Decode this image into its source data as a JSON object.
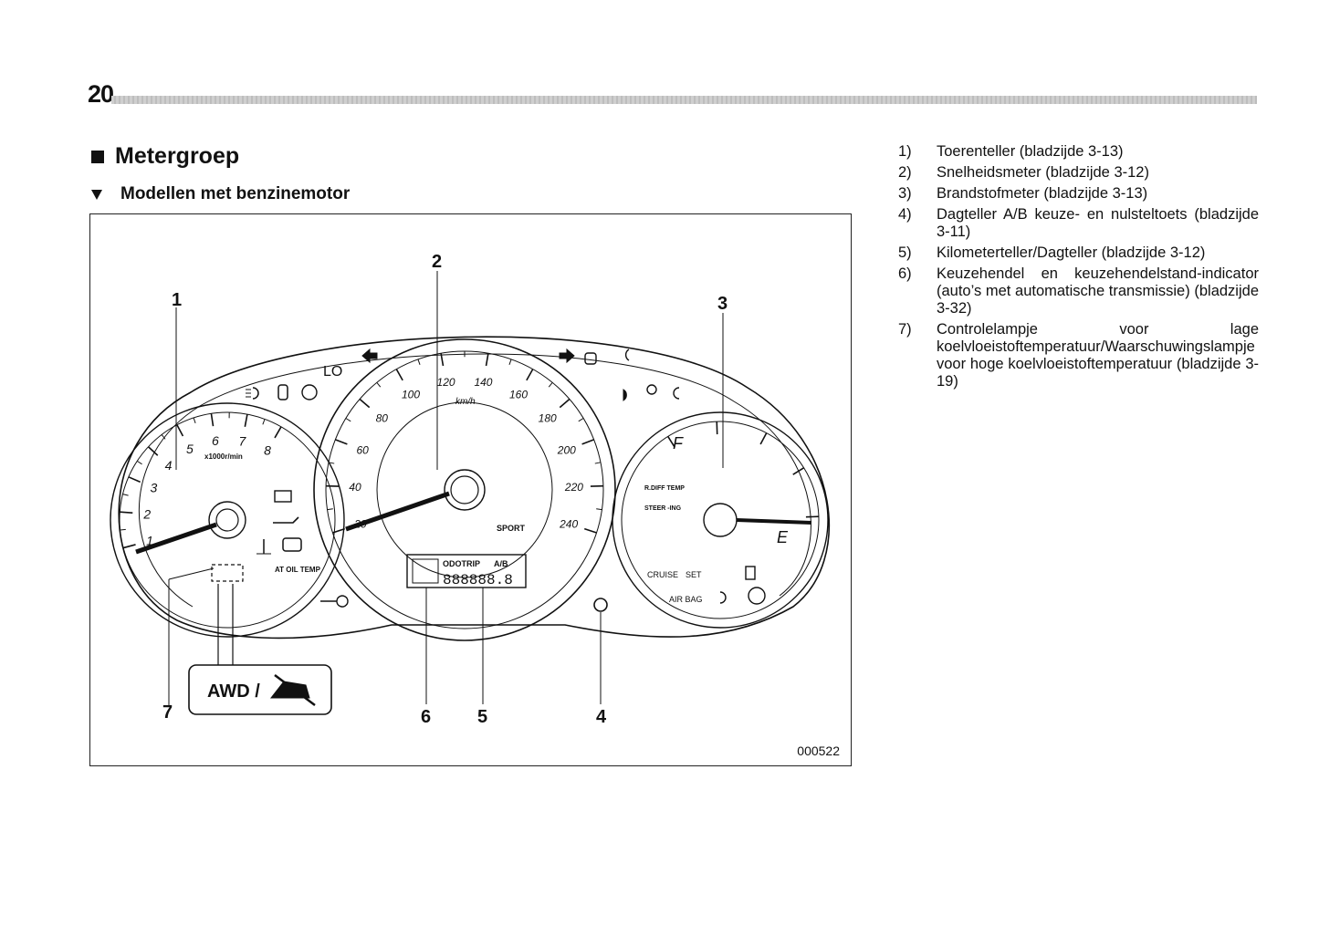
{
  "page": {
    "number": "20"
  },
  "section": {
    "title": "Metergroep",
    "subtitle": "Modellen met benzinemotor"
  },
  "figure": {
    "image_code": "000522",
    "callouts": [
      "1",
      "2",
      "3",
      "4",
      "5",
      "6",
      "7"
    ],
    "tacho": {
      "ticks": [
        "1",
        "2",
        "3",
        "4",
        "5",
        "6",
        "7",
        "8"
      ],
      "unit": "x1000r/min"
    },
    "speedo": {
      "ticks": [
        "20",
        "40",
        "60",
        "80",
        "100",
        "120",
        "140",
        "160",
        "180",
        "200",
        "220",
        "240"
      ],
      "unit": "km/h",
      "sport": "SPORT"
    },
    "fuel": {
      "full": "F",
      "empty": "E"
    },
    "labels": {
      "lo": "LO",
      "odotrip": "ODOTRIP",
      "odotrip_ab": "A/B",
      "lcd_digits": "888888.8",
      "ratoil_temp": "AT OIL TEMP",
      "rdiff_temp": "R.DIFF TEMP",
      "steering": "STEER -ING",
      "cruise": "CRUISE",
      "set": "SET",
      "airbag": "AIR BAG",
      "awd": "AWD /"
    },
    "icons": [
      "fog-light-icon",
      "door-open-icon",
      "brake-icon",
      "turn-left-arrow-icon",
      "turn-right-arrow-icon",
      "vdc-icon",
      "headlight-icon",
      "high-beam-icon",
      "seatbelt-icon",
      "rear-fog-icon",
      "battery-icon",
      "oil-pressure-icon",
      "engine-check-icon",
      "coolant-temp-icon",
      "key-icon",
      "fuel-pump-icon",
      "abs-icon",
      "srs-icon"
    ]
  },
  "legend": [
    {
      "num": "1)",
      "text": "Toerenteller (bladzijde 3-13)"
    },
    {
      "num": "2)",
      "text": "Snelheidsmeter (bladzijde 3-12)"
    },
    {
      "num": "3)",
      "text": "Brandstofmeter (bladzijde 3-13)"
    },
    {
      "num": "4)",
      "text": "Dagteller A/B keuze- en nulsteltoets (bladzijde 3-11)"
    },
    {
      "num": "5)",
      "text": "Kilometerteller/Dagteller (bladzijde 3-12)"
    },
    {
      "num": "6)",
      "text": "Keuzehendel en keuzehendelstand-indicator (auto’s met automatische transmissie) (bladzijde 3-32)"
    },
    {
      "num": "7)",
      "text": "Controlelampje voor lage koelvloeistoftemperatuur/Waarschuwingslampje voor hoge koelvloeistoftemperatuur (bladzijde 3-19)"
    }
  ]
}
